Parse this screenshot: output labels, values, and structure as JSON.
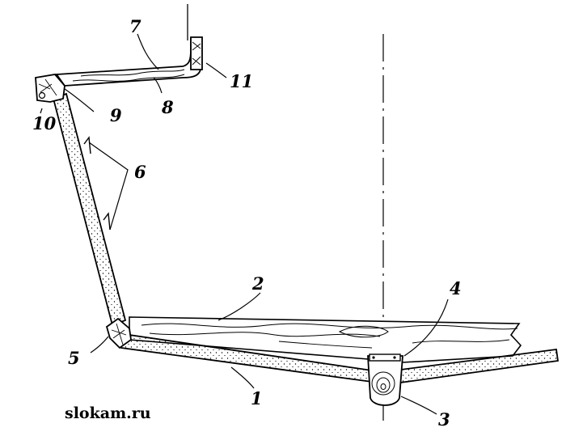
{
  "diagram": {
    "callouts": {
      "c1": "1",
      "c2": "2",
      "c3": "3",
      "c4": "4",
      "c5": "5",
      "c6": "6",
      "c7": "7",
      "c8": "8",
      "c9": "9",
      "c10": "10",
      "c11": "11"
    },
    "watermark": "slokam.ru"
  },
  "colors": {
    "ink": "#000000",
    "paper": "#ffffff"
  }
}
